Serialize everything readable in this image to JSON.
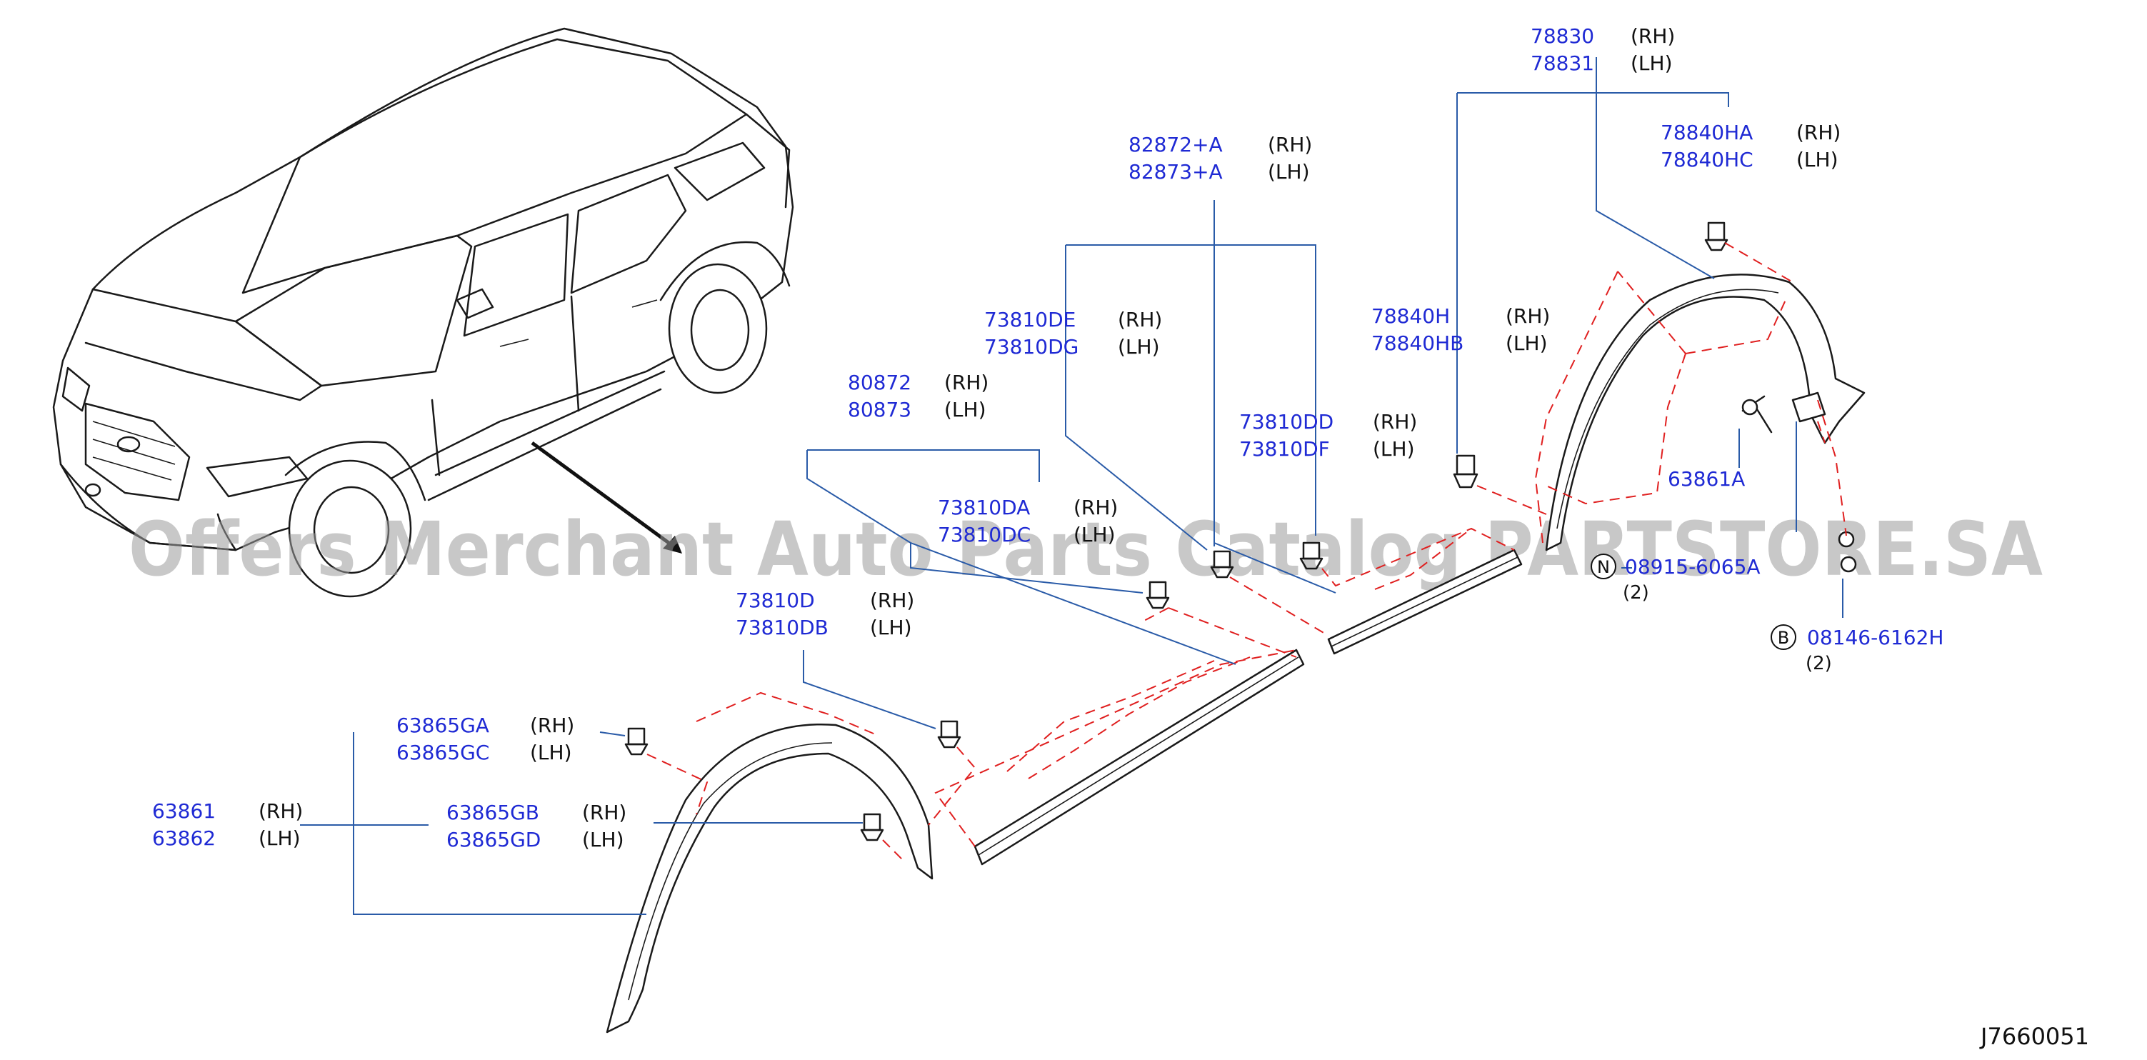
{
  "diagram_code": "J7660051",
  "watermark": "Offers Merchant Auto Parts Catalog PARTSTORE.SA",
  "callouts": {
    "wheel_arch_rear": {
      "rh": "78830",
      "lh": "78831",
      "rh_tag": "(RH)",
      "lh_tag": "(LH)"
    },
    "clip_rear_top": {
      "rh": "78840HA",
      "lh": "78840HC",
      "rh_tag": "(RH)",
      "lh_tag": "(LH)"
    },
    "clip_rear_front": {
      "rh": "78840H",
      "lh": "78840HB",
      "rh_tag": "(RH)",
      "lh_tag": "(LH)"
    },
    "rear_molding_end": {
      "rh": "82872+A",
      "lh": "82873+A",
      "rh_tag": "(RH)",
      "lh_tag": "(LH)"
    },
    "clip_73810DE": {
      "rh": "73810DE",
      "lh": "73810DG",
      "rh_tag": "(RH)",
      "lh_tag": "(LH)"
    },
    "clip_73810DD": {
      "rh": "73810DD",
      "lh": "73810DF",
      "rh_tag": "(RH)",
      "lh_tag": "(LH)"
    },
    "sill_molding": {
      "rh": "80872",
      "lh": "80873",
      "rh_tag": "(RH)",
      "lh_tag": "(LH)"
    },
    "clip_73810DA": {
      "rh": "73810DA",
      "lh": "73810DC",
      "rh_tag": "(RH)",
      "lh_tag": "(LH)"
    },
    "clip_73810D": {
      "rh": "73810D",
      "lh": "73810DB",
      "rh_tag": "(RH)",
      "lh_tag": "(LH)"
    },
    "clip_front_top": {
      "rh": "63865GA",
      "lh": "63865GC",
      "rh_tag": "(RH)",
      "lh_tag": "(LH)"
    },
    "wheel_arch_front": {
      "rh": "63861",
      "lh": "63862",
      "rh_tag": "(RH)",
      "lh_tag": "(LH)"
    },
    "clip_front_mid": {
      "rh": "63865GB",
      "lh": "63865GD",
      "rh_tag": "(RH)",
      "lh_tag": "(LH)"
    },
    "screw_rear": {
      "part": "63861A"
    },
    "bolt_rear": {
      "part": "08915-6065A",
      "symbol": "N",
      "qty": "(2)"
    },
    "nut_rear": {
      "part": "08146-6162H",
      "symbol": "B",
      "qty": "(2)"
    }
  },
  "colors": {
    "part_number": "#1f2ad4",
    "leader": "#2a5ba8",
    "assembly_line": "#e02020",
    "ink": "#1a1a1a"
  }
}
